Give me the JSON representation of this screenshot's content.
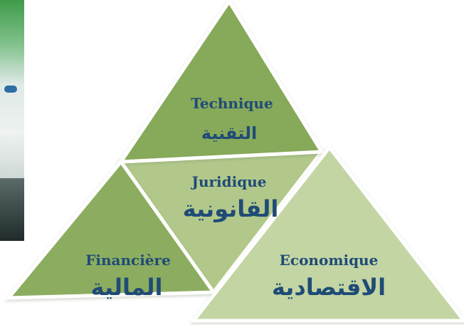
{
  "diagram": {
    "sections": [
      {
        "id": "technique",
        "french": "Technique",
        "arabic": "التقنية",
        "color": "#87a95a"
      },
      {
        "id": "juridique",
        "french": "Juridique",
        "arabic": "القانونية",
        "color": "#b2c88a"
      },
      {
        "id": "financiere",
        "french": "Financière",
        "arabic": "المالية",
        "color": "#8cad5e"
      },
      {
        "id": "economique",
        "french": "Economique",
        "arabic": "الاقتصادية",
        "color": "#c3d5a3"
      }
    ]
  }
}
